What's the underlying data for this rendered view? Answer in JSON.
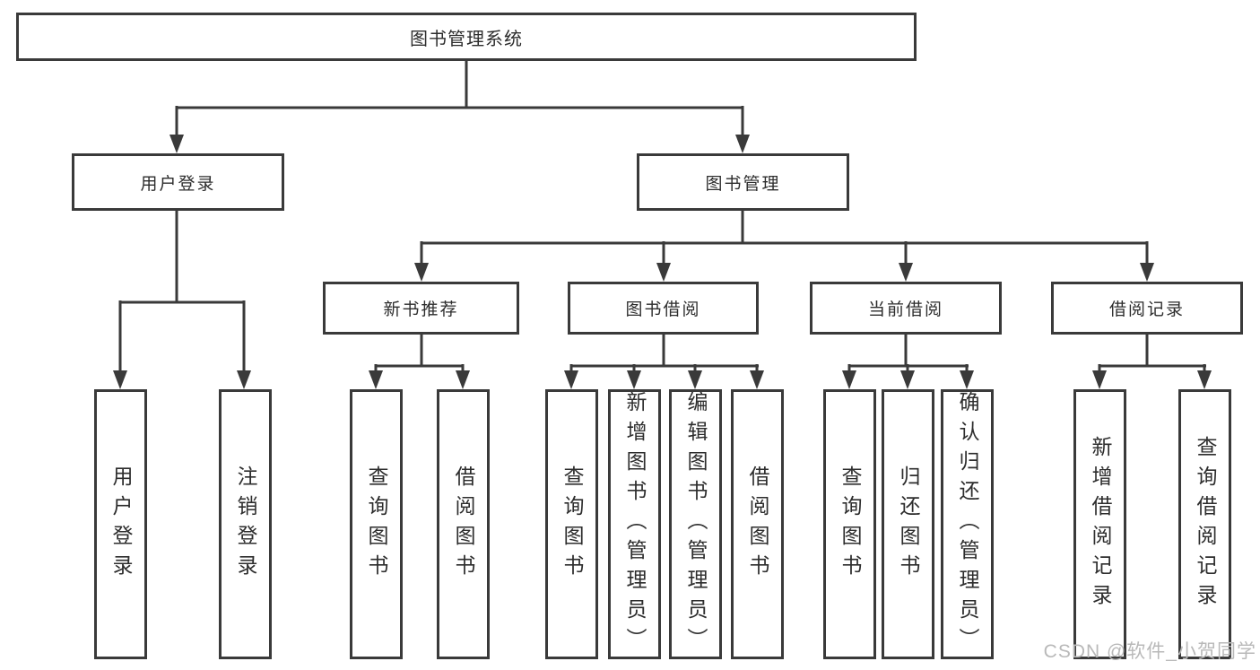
{
  "colors": {
    "line": "#3a3a3a",
    "box_border": "#3a3a3a",
    "text": "#2d2d2d",
    "watermark": "#b9b9b9",
    "background": "#ffffff"
  },
  "diagram": {
    "root": {
      "label": "图书管理系统"
    },
    "level2": [
      {
        "label": "用户登录",
        "parent": "图书管理系统"
      },
      {
        "label": "图书管理",
        "parent": "图书管理系统"
      }
    ],
    "level3": [
      {
        "label": "新书推荐",
        "parent": "图书管理"
      },
      {
        "label": "图书借阅",
        "parent": "图书管理"
      },
      {
        "label": "当前借阅",
        "parent": "图书管理"
      },
      {
        "label": "借阅记录",
        "parent": "图书管理"
      }
    ],
    "leaves": [
      {
        "label": "用户登录",
        "parent": "用户登录"
      },
      {
        "label": "注销登录",
        "parent": "用户登录"
      },
      {
        "label": "查询图书",
        "parent": "新书推荐"
      },
      {
        "label": "借阅图书",
        "parent": "新书推荐"
      },
      {
        "label": "查询图书",
        "parent": "图书借阅"
      },
      {
        "label": "新增图书（管理员）",
        "parent": "图书借阅"
      },
      {
        "label": "编辑图书（管理员）",
        "parent": "图书借阅"
      },
      {
        "label": "借阅图书",
        "parent": "图书借阅"
      },
      {
        "label": "查询图书",
        "parent": "当前借阅"
      },
      {
        "label": "归还图书",
        "parent": "当前借阅"
      },
      {
        "label": "确认归还（管理员）",
        "parent": "当前借阅"
      },
      {
        "label": "新增借阅记录",
        "parent": "借阅记录"
      },
      {
        "label": "查询借阅记录",
        "parent": "借阅记录"
      }
    ]
  },
  "watermark": {
    "text": "CSDN @软件_小贺同学"
  }
}
